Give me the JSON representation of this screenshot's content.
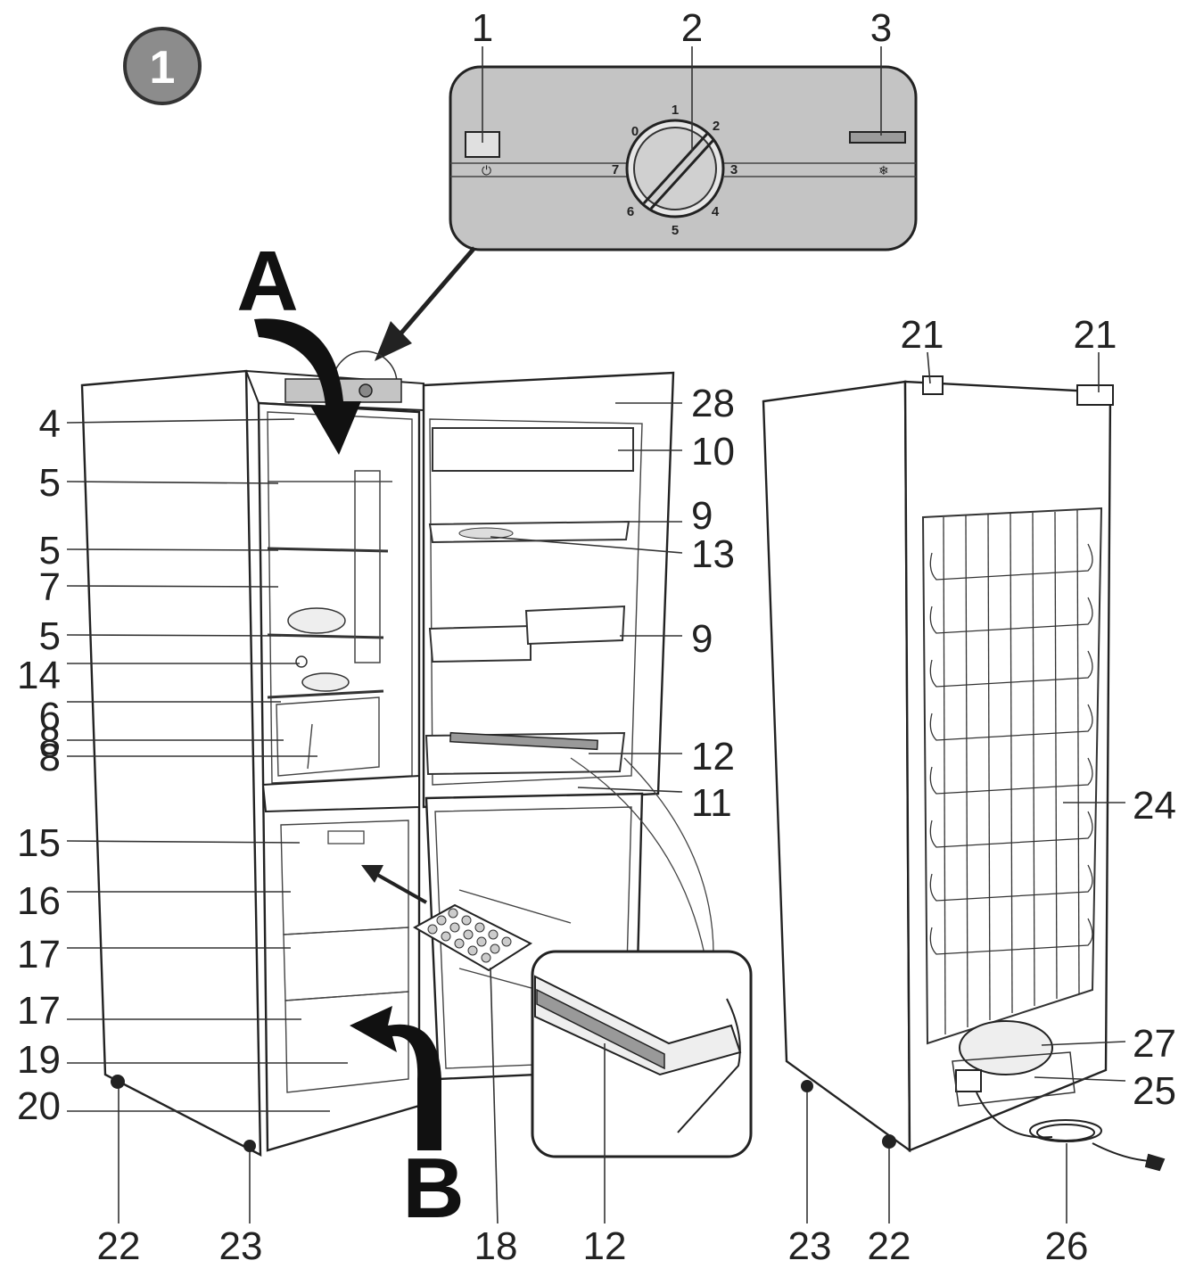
{
  "figure_number": "1",
  "big_labels": {
    "a": "A",
    "b": "B"
  },
  "control_panel": {
    "dial_numbers": [
      "0",
      "1",
      "2",
      "3",
      "4",
      "5",
      "6",
      "7"
    ],
    "callouts": [
      "1",
      "2",
      "3"
    ]
  },
  "callouts_left": [
    "4",
    "5",
    "5",
    "7",
    "5",
    "14",
    "6",
    "8",
    "8",
    "15",
    "16",
    "17",
    "17",
    "19",
    "20"
  ],
  "callouts_door_right": [
    "28",
    "10",
    "9",
    "13",
    "9",
    "12",
    "11"
  ],
  "callouts_rear": [
    "21",
    "21",
    "24",
    "27",
    "25"
  ],
  "callouts_bottom": [
    "22",
    "23",
    "18",
    "12",
    "23",
    "22",
    "26"
  ],
  "colors": {
    "panel": "#c4c4c4",
    "outline": "#222222",
    "badge": "#8c8c8c"
  }
}
